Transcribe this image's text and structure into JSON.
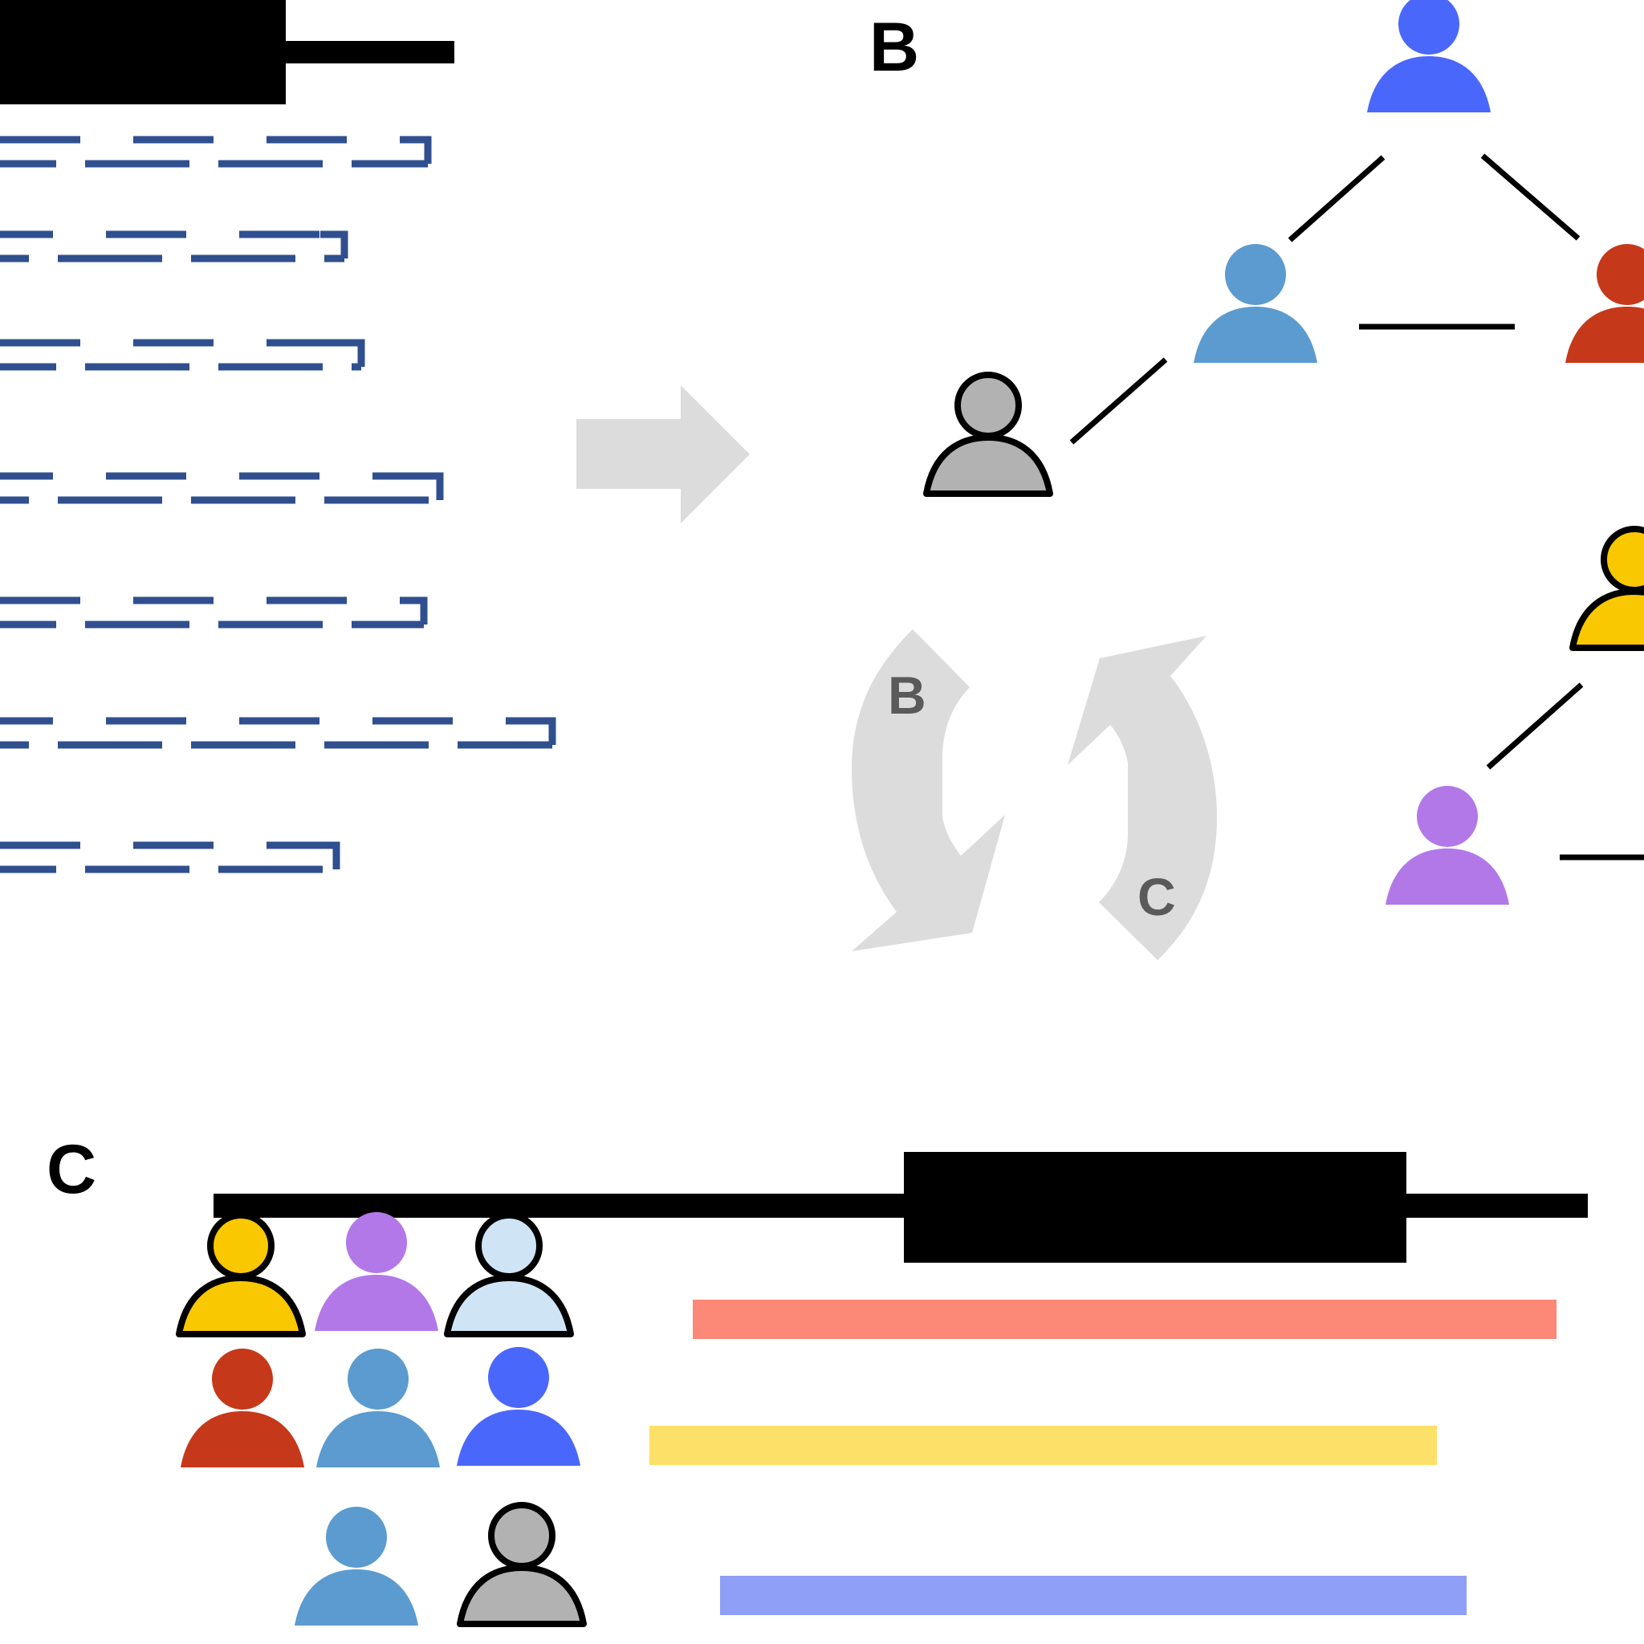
{
  "panels": {
    "b_label": "B",
    "c_label": "C"
  },
  "cycle": {
    "left_arrow_label": "B",
    "right_arrow_label": "C"
  },
  "colors": {
    "gene_model": "#000000",
    "read_lines": "#2f4f8f",
    "arrow_gray": "#dcdcdc",
    "arrow_text": "#5a5a5a",
    "person_blue": "#4a67fb",
    "person_lightblue": "#5b9bcf",
    "person_red": "#c6381a",
    "person_gray": "#b2b2b2",
    "person_yellow": "#f9c800",
    "person_purple": "#b278e8",
    "person_paleblue": "#cfe5f6",
    "bar_salmon": "#fc8877",
    "bar_yellow": "#fde068",
    "bar_periwinkle": "#8f9ef6"
  },
  "icons": {
    "person": "person-icon",
    "arrow": "block-arrow-icon",
    "cycle_arrow": "curved-arrow-icon"
  }
}
